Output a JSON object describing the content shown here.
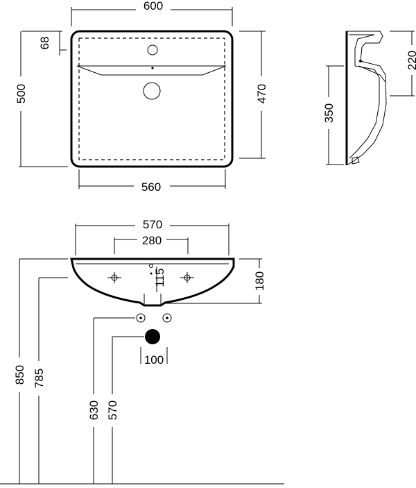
{
  "top_view": {
    "overall_width": "600",
    "overall_depth": "500",
    "tap_hole_offset": "68",
    "inner_depth": "470",
    "inner_width": "560"
  },
  "side_view": {
    "rear_height": "220",
    "bowl_height": "350"
  },
  "front_view": {
    "bowl_width": "570",
    "fixing_centers": "280",
    "drain_offset": "115",
    "basin_height": "180"
  },
  "installation": {
    "waste_diameter": "100",
    "rim_height": "850",
    "underside_height": "785",
    "supply_height": "630",
    "waste_height": "570"
  }
}
